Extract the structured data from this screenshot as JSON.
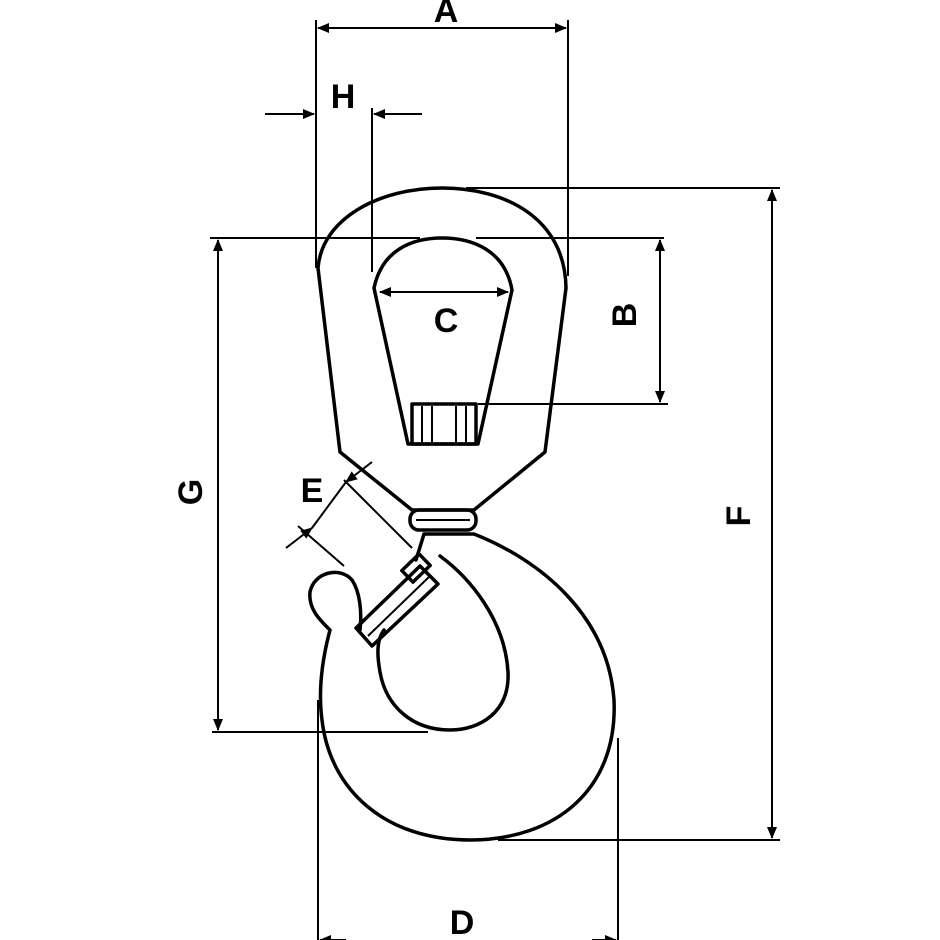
{
  "drawing": {
    "labels": {
      "A": "A",
      "B": "B",
      "C": "C",
      "D": "D",
      "E": "E",
      "F": "F",
      "G": "G",
      "H": "H"
    },
    "colors": {
      "line": "#000000",
      "background": "#ffffff"
    }
  }
}
